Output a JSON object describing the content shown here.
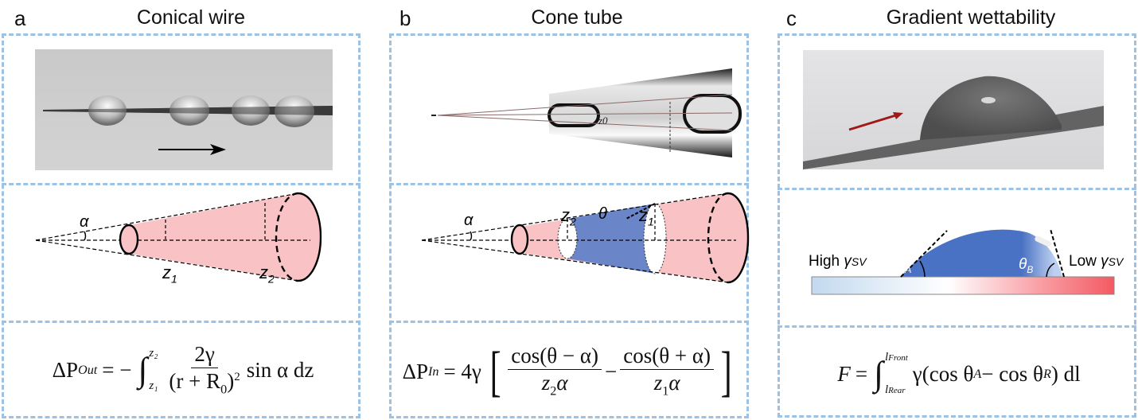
{
  "panels": [
    {
      "letter": "a",
      "title": "Conical wire",
      "diagram_labels": {
        "angle": "α",
        "z1": "z",
        "z1_sub": "1",
        "z2": "z",
        "z2_sub": "2"
      },
      "equation": {
        "lhs": "ΔP",
        "lhs_sub": "Out",
        "eq": "= −",
        "upper": "z₂",
        "lower": "z₁",
        "numerator": "2γ",
        "denominator_open": "(r + R",
        "denominator_sub": "0",
        "denominator_close": ")",
        "denominator_sup": "2",
        "tail": "sin α dz"
      }
    },
    {
      "letter": "b",
      "title": "Cone tube",
      "photo_label": "z0",
      "diagram_labels": {
        "angle": "α",
        "theta": "θ",
        "z1": "z",
        "z1_sub": "1",
        "z2": "z",
        "z2_sub": "2"
      },
      "equation": {
        "lhs": "ΔP",
        "lhs_sub": "In",
        "eq": "= 4γ",
        "num1": "cos(θ − α)",
        "den1": "z",
        "den1_sub": "2",
        "den1_tail": "α",
        "minus": "−",
        "num2": "cos(θ + α)",
        "den2": "z",
        "den2_sub": "1",
        "den2_tail": "α"
      }
    },
    {
      "letter": "c",
      "title": "Gradient wettability",
      "diagram_labels": {
        "high": "High",
        "low": "Low",
        "gamma": "γ",
        "gamma_sub": "SV",
        "theta_a": "θ",
        "theta_a_sub": "A",
        "theta_b": "θ",
        "theta_b_sub": "B"
      },
      "equation": {
        "lhs": "F",
        "eq": "=",
        "upper": "l",
        "upper_sub": "Front",
        "lower": "l",
        "lower_sub": "Rear",
        "body": "γ(cos θ",
        "sub_a": "A",
        "mid": " − cos θ",
        "sub_r": "R",
        "tail": ") dl"
      }
    }
  ],
  "colors": {
    "border": "#9cc3e6",
    "cone_pink": "#f9c3c6",
    "droplet_blue": "#4a72c4",
    "gradient_left": "#c3d9ef",
    "gradient_right": "#f45a62",
    "arrow_red": "#a11818"
  }
}
